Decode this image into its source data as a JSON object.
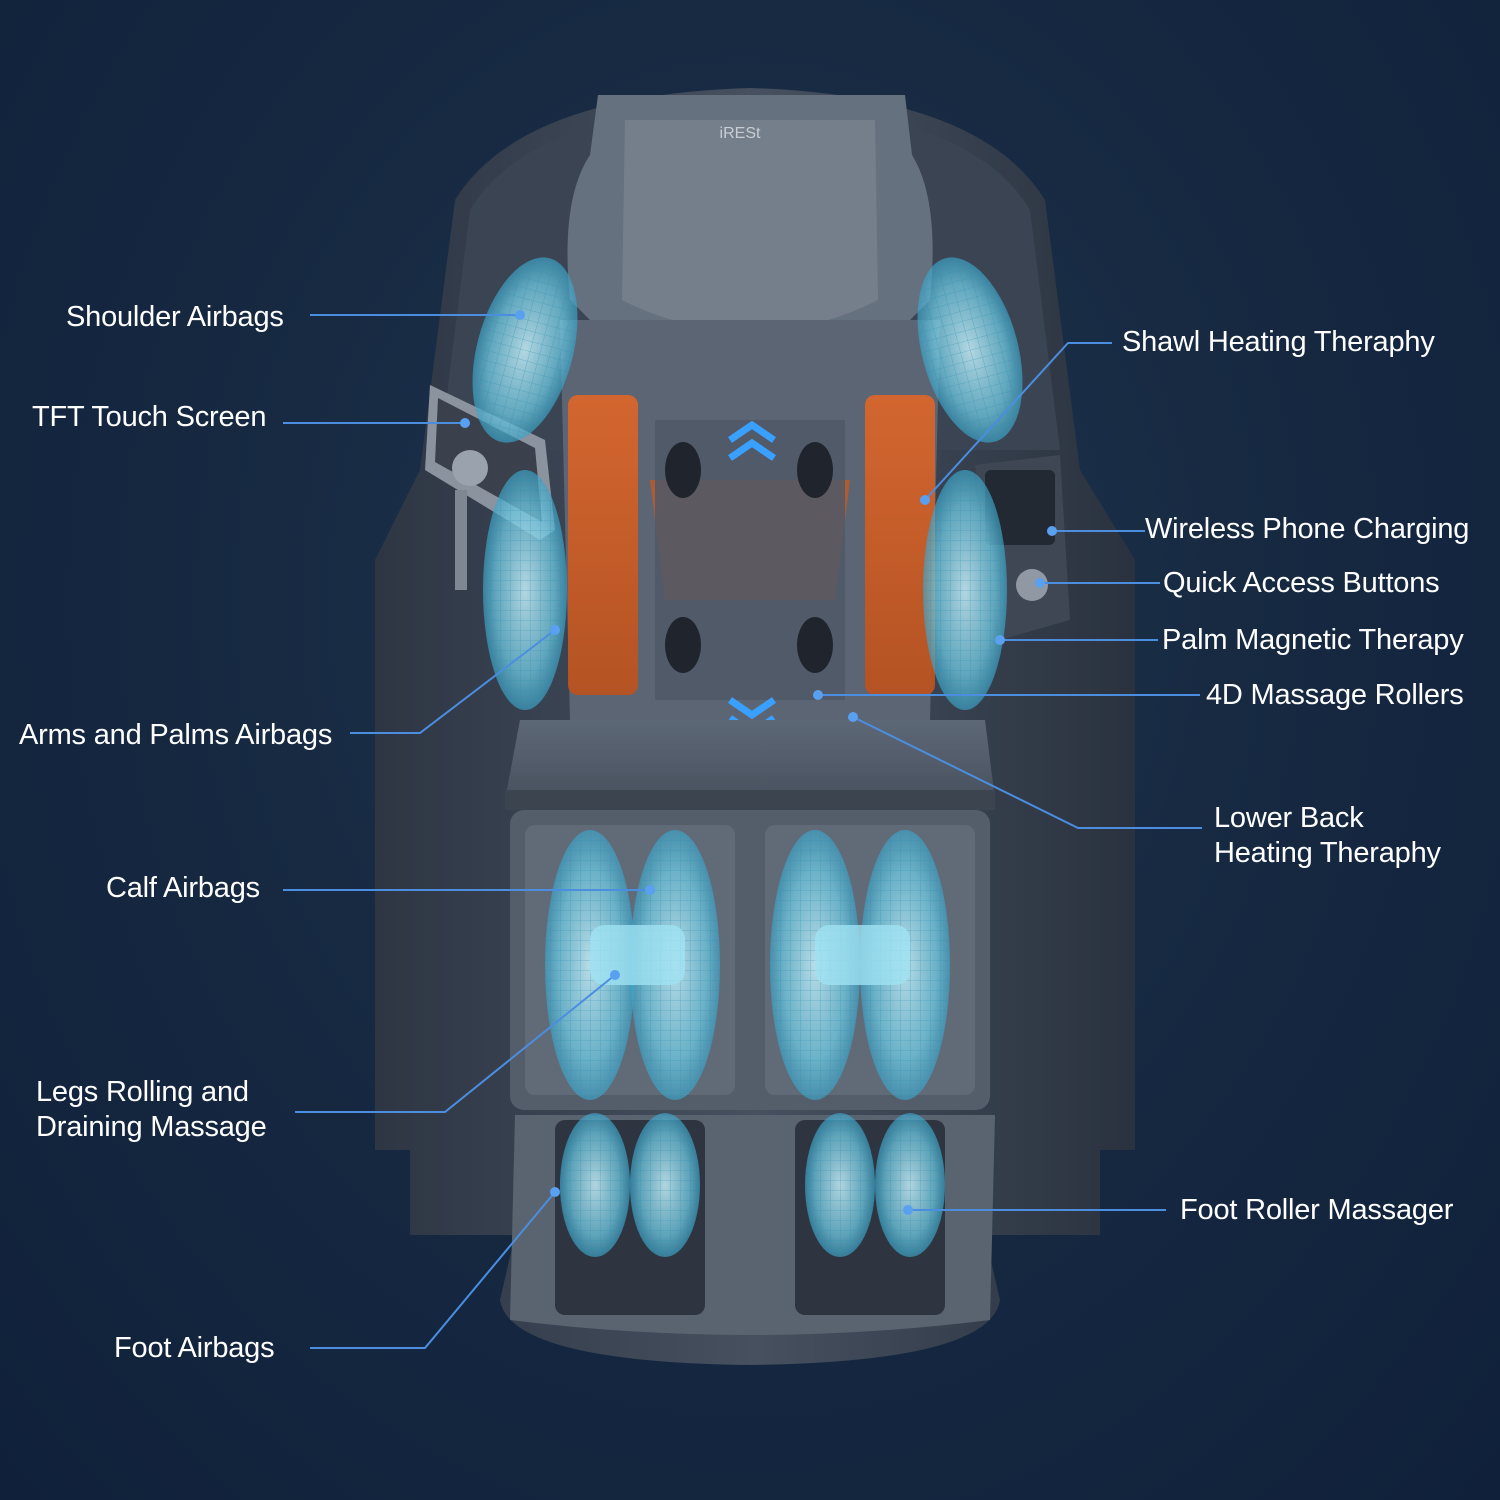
{
  "brand": {
    "logo_text": "iRESt"
  },
  "colors": {
    "background": "#162a44",
    "leader_line": "#4b8ee0",
    "airbag": "#7fd0e6",
    "heat": "#e06a2a"
  },
  "labels": {
    "shoulder_airbags": "Shoulder Airbags",
    "tft_touch_screen": "TFT Touch Screen",
    "arms_palms_airbags": "Arms and Palms Airbags",
    "calf_airbags": "Calf Airbags",
    "legs_rolling": [
      "Legs Rolling and",
      "Draining Massage"
    ],
    "foot_airbags": "Foot Airbags",
    "shawl_heating": "Shawl Heating Theraphy",
    "wireless_charging": "Wireless Phone Charging",
    "quick_access": "Quick Access Buttons",
    "palm_magnetic": "Palm Magnetic Therapy",
    "rollers_4d": "4D Massage Rollers",
    "lower_back_heating": [
      "Lower Back",
      "Heating Theraphy"
    ],
    "foot_roller": "Foot Roller Massager"
  }
}
